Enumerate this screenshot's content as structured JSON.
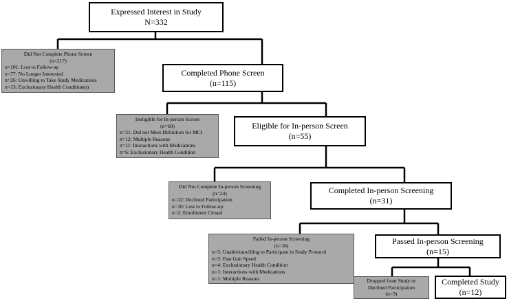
{
  "nodes": {
    "expressed": {
      "title": "Expressed Interest in Study",
      "count": "N=332"
    },
    "no_phone": {
      "title": "Did Not Complete Phone Screen",
      "count": "(n=217)",
      "items": [
        "n=101: Lost to Follow-up",
        "n=77: No Longer Interested",
        "n=26: Unwilling to Take Study Medications",
        "n=13: Exclusionary Health Condition(s)"
      ]
    },
    "phone": {
      "title": "Completed Phone Screen",
      "count": "(n=115)"
    },
    "ineligible": {
      "title": "Ineligible for In-person Screen",
      "count": "(n=60)",
      "items": [
        "n=31: Did not Meet Definition for MCI",
        "n=12: Multiple Reasons",
        "n=11: Interactions with Medications",
        "n=6: Exclusionary Health Condition"
      ]
    },
    "eligible": {
      "title": "Eligible for In-person Screen",
      "count": "(n=55)"
    },
    "no_inperson": {
      "title": "Did Not Complete In-person Screening",
      "count": "(n=24)",
      "items": [
        "n=12: Declined Participation",
        "n=10: Lost to Follow-up",
        "n=2: Enrollment Closed"
      ]
    },
    "inperson": {
      "title": "Completed In-person Screening",
      "count": "(n=31)"
    },
    "failed": {
      "title": "Failed In-person Screening",
      "count": "(n=16)",
      "items": [
        "n=5: Unable/unwilling to Participate in Study Protocol",
        "n=5: Fast Gait Speed",
        "n=4: Exclusionary Health Condition",
        "n=1: Interactions with Medications",
        "n=1: Multiple Reasons"
      ]
    },
    "passed": {
      "title": "Passed In-person Screening",
      "count": "(n=15)"
    },
    "dropped": {
      "title": "Dropped from Study or",
      "title2": "Declined Participation",
      "count": "(n=3)"
    },
    "completed": {
      "title": "Completed Study",
      "count": "(n=12)"
    }
  }
}
